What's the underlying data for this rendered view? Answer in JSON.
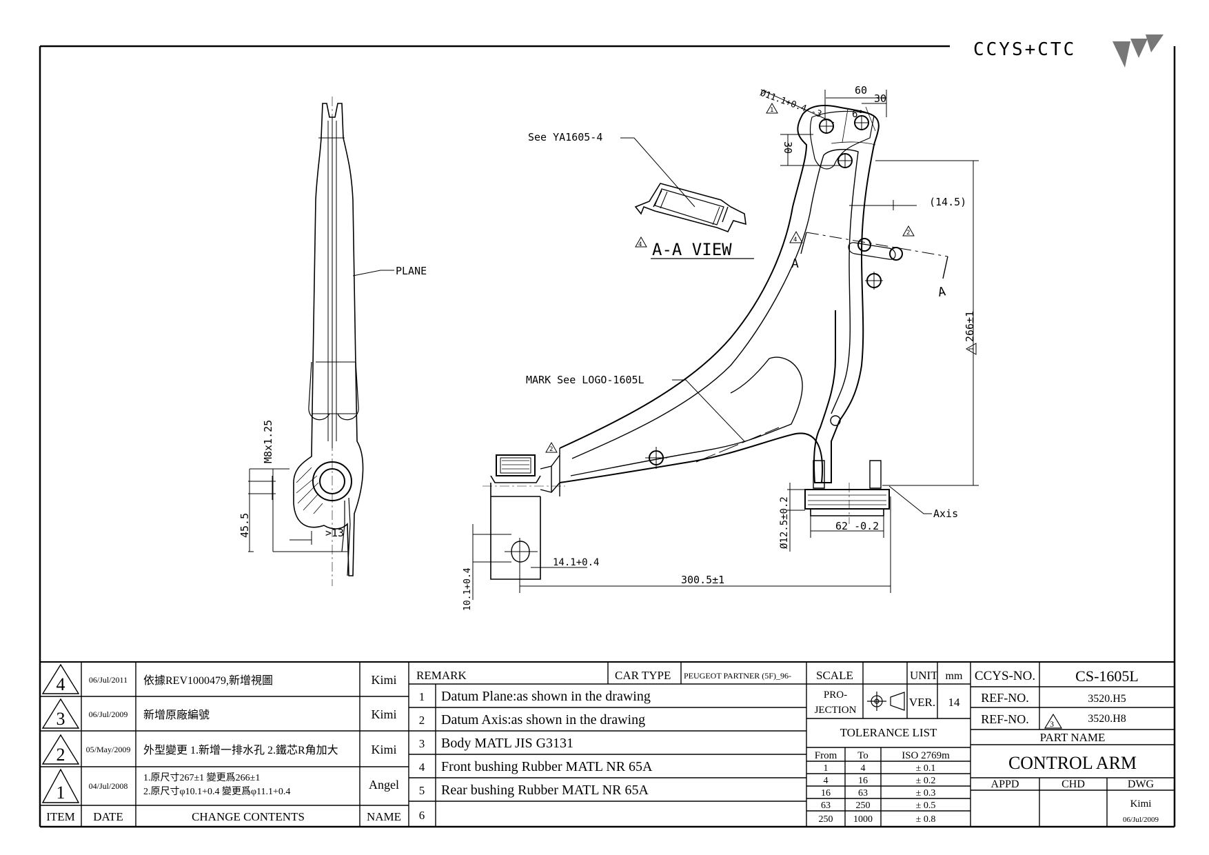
{
  "logo": {
    "text": "CCYS+CTC"
  },
  "drawing": {
    "side_view": {
      "plane_label": "PLANE",
      "thread_label": "M8x1.25",
      "dim_45_5": "45.5",
      "dim_13": ">13"
    },
    "aa_view": {
      "ref_label": "See YA1605-4",
      "title": "A-A VIEW",
      "rev_mark": "4"
    },
    "main_view": {
      "dim_hole": "Ø11.1+0.4 -3",
      "dim_hole_rev": "1",
      "dim_60": "60",
      "dim_30": "30",
      "dim_6deg": "6°",
      "dim_30_vert": "30",
      "dim_14_5": "(14.5)",
      "dim_266": "266±1",
      "dim_266_rev": "1",
      "section_a": "A",
      "rev_4": "4",
      "rev_2": "2",
      "rev_2b": "2",
      "mark_label": "MARK See LOGO-1605L",
      "axis_label": "Axis",
      "dim_12_5": "Ø12.5±0.2",
      "dim_62": "62 -0.2",
      "dim_14_1": "14.1+0.4",
      "dim_300_5": "300.5±1",
      "dim_10_1": "10.1+0.4"
    }
  },
  "revisions": {
    "rows": [
      {
        "item": "4",
        "date": "06/Jul/2011",
        "change": "依據REV1000479,新增視圖",
        "change2": "",
        "name": "Kimi"
      },
      {
        "item": "3",
        "date": "06/Jul/2009",
        "change": "新增原廠編號",
        "change2": "",
        "name": "Kimi"
      },
      {
        "item": "2",
        "date": "05/May/2009",
        "change": "外型變更 1.新增一排水孔 2.鐵芯R角加大",
        "change2": "",
        "name": "Kimi"
      },
      {
        "item": "1",
        "date": "04/Jul/2008",
        "change": "1.原尺寸267±1 變更爲266±1",
        "change2": "2.原尺寸φ10.1+0.4 變更爲φ11.1+0.4",
        "name": "Angel"
      }
    ],
    "headers": {
      "item": "ITEM",
      "date": "DATE",
      "change": "CHANGE CONTENTS",
      "name": "NAME"
    }
  },
  "remarks": {
    "header": "REMARK",
    "car_type_label": "CAR TYPE",
    "car_type": "PEUGEOT PARTNER (5F)_96-",
    "items": [
      {
        "n": "1",
        "text": "Datum Plane:as shown in the drawing"
      },
      {
        "n": "2",
        "text": "Datum Axis:as shown in the drawing"
      },
      {
        "n": "3",
        "text": "Body MATL JIS G3131"
      },
      {
        "n": "4",
        "text": "Front bushing Rubber MATL NR 65A"
      },
      {
        "n": "5",
        "text": "Rear bushing Rubber MATL NR 65A"
      },
      {
        "n": "6",
        "text": ""
      }
    ]
  },
  "title_block": {
    "scale_label": "SCALE",
    "unit_label": "UNIT",
    "unit": "mm",
    "projection_label_1": "PRO-",
    "projection_label_2": "JECTION",
    "ver_label": "VER.",
    "ver": "14",
    "tolerance_title": "TOLERANCE LIST",
    "tol_headers": {
      "from": "From",
      "to": "To",
      "iso": "ISO 2769m"
    },
    "tol_rows": [
      {
        "from": "1",
        "to": "4",
        "tol": "± 0.1"
      },
      {
        "from": "4",
        "to": "16",
        "tol": "± 0.2"
      },
      {
        "from": "16",
        "to": "63",
        "tol": "± 0.3"
      },
      {
        "from": "63",
        "to": "250",
        "tol": "± 0.5"
      },
      {
        "from": "250",
        "to": "1000",
        "tol": "± 0.8"
      }
    ],
    "ccys_no_label": "CCYS-NO.",
    "ccys_no": "CS-1605L",
    "ref_no_label": "REF-NO.",
    "ref_no_1": "3520.H5",
    "ref_no_2": "3520.H8",
    "ref_no_2_rev": "3",
    "part_name_label": "PART NAME",
    "part_name": "CONTROL ARM",
    "appd_label": "APPD",
    "chd_label": "CHD",
    "dwg_label": "DWG",
    "dwg_name": "Kimi",
    "dwg_date": "06/Jul/2009"
  }
}
